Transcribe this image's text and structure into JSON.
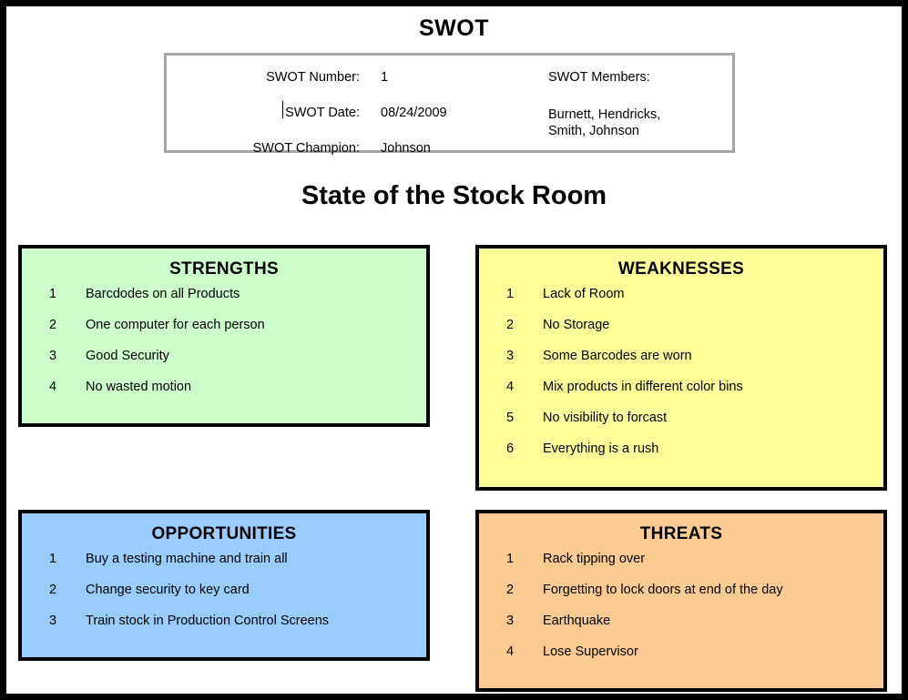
{
  "document": {
    "title": "SWOT",
    "subject": "State of the Stock Room"
  },
  "info": {
    "number_label": "SWOT  Number:",
    "number_value": "1",
    "date_label": "SWOT Date:",
    "date_value": "08/24/2009",
    "champion_label": "SWOT Champion:",
    "champion_value": "Johnson",
    "members_label": "SWOT Members:",
    "members_value": "Burnett, Hendricks,\nSmith, Johnson"
  },
  "colors": {
    "strengths_fill": "#ccffcc",
    "weaknesses_fill": "#ffff99",
    "opportunities_fill": "#99ccff",
    "threats_fill": "#fccb92",
    "quadrant_border": "#000000",
    "info_border": "#a6a6a6",
    "page_border": "#000000"
  },
  "quadrants": {
    "strengths": {
      "title": "STRENGTHS",
      "items": [
        {
          "num": "1",
          "text": "Barcdodes on all Products"
        },
        {
          "num": "2",
          "text": "One computer for each person"
        },
        {
          "num": "3",
          "text": "Good Security"
        },
        {
          "num": "4",
          "text": "No wasted motion"
        }
      ]
    },
    "weaknesses": {
      "title": "WEAKNESSES",
      "items": [
        {
          "num": "1",
          "text": "Lack of Room"
        },
        {
          "num": "2",
          "text": "No Storage"
        },
        {
          "num": "3",
          "text": "Some Barcodes are worn"
        },
        {
          "num": "4",
          "text": "Mix products in different color bins"
        },
        {
          "num": "5",
          "text": "No visibility to forcast"
        },
        {
          "num": "6",
          "text": "Everything is a rush"
        }
      ]
    },
    "opportunities": {
      "title": "OPPORTUNITIES",
      "items": [
        {
          "num": "1",
          "text": "Buy a testing machine and train all"
        },
        {
          "num": "2",
          "text": "Change security to key card"
        },
        {
          "num": "3",
          "text": "Train stock in Production Control Screens"
        }
      ]
    },
    "threats": {
      "title": "THREATS",
      "items": [
        {
          "num": "1",
          "text": "Rack tipping over"
        },
        {
          "num": "2",
          "text": "Forgetting to lock doors at end of the day"
        },
        {
          "num": "3",
          "text": "Earthquake"
        },
        {
          "num": "4",
          "text": "Lose Supervisor"
        }
      ]
    }
  }
}
